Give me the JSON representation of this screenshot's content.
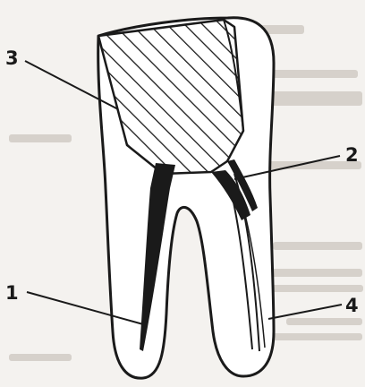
{
  "diagram": {
    "callouts": [
      {
        "id": "label-1",
        "text": "1"
      },
      {
        "id": "label-2",
        "text": "2"
      },
      {
        "id": "label-3",
        "text": "3"
      },
      {
        "id": "label-4",
        "text": "4"
      }
    ]
  },
  "colors": {
    "ink": "#1a1a1a",
    "background": "#f4f2ef",
    "faded_text": "#cfcac4"
  }
}
